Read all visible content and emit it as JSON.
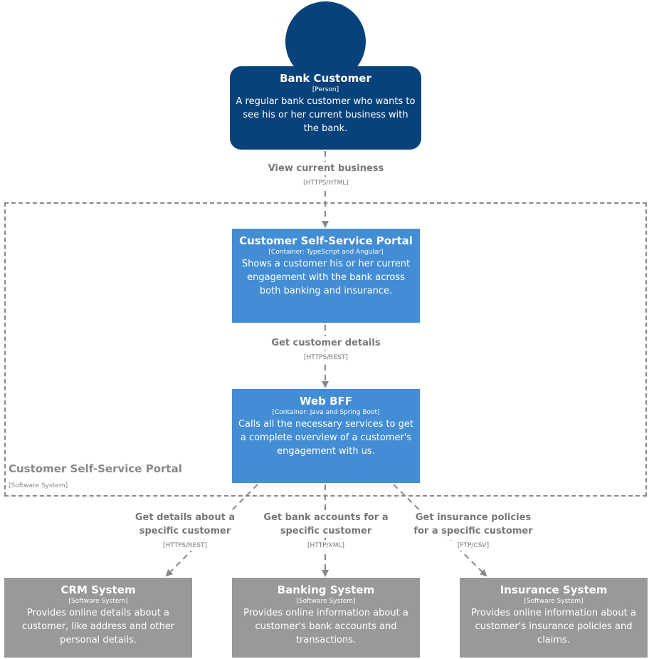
{
  "person": {
    "name": "Bank Customer",
    "type": "[Person]",
    "description": "A regular bank customer who wants to see his or her current business with the bank."
  },
  "boundary": {
    "name": "Customer Self-Service Portal",
    "type": "[Software System]"
  },
  "portal": {
    "name": "Customer Self-Service Portal",
    "type": "[Container: TypeScript and Angular]",
    "description": "Shows a customer his or her current engagement with the bank across both banking and insurance."
  },
  "bff": {
    "name": "Web BFF",
    "type": "[Container: Java and Spring Boot]",
    "description": "Calls all the necessary services to get a complete overview of a customer's engagement with us."
  },
  "crm": {
    "name": "CRM System",
    "type": "[Software System]",
    "description": "Provides online details about a customer, like address and other personal details."
  },
  "banking": {
    "name": "Banking System",
    "type": "[Software System]",
    "description": "Provides online information about a customer's bank accounts and transactions."
  },
  "insurance": {
    "name": "Insurance System",
    "type": "[Software System]",
    "description": "Provides online information about a customer's insurance policies and claims."
  },
  "relations": {
    "r1": {
      "label": "View current business",
      "tech": "[HTTPS/HTML]"
    },
    "r2": {
      "label": "Get customer details",
      "tech": "[HTTPS/REST]"
    },
    "r3": {
      "label": "Get details about a specific customer",
      "tech": "[HTTPS/REST]"
    },
    "r4": {
      "label": "Get bank accounts for a specific customer",
      "tech": "[HTTP/XML]"
    },
    "r5": {
      "label": "Get insurance policies for a specific customer",
      "tech": "[FTP/CSV]"
    }
  },
  "colors": {
    "person": "#08427b",
    "container": "#438dd5",
    "external": "#999999",
    "line": "#888888"
  }
}
